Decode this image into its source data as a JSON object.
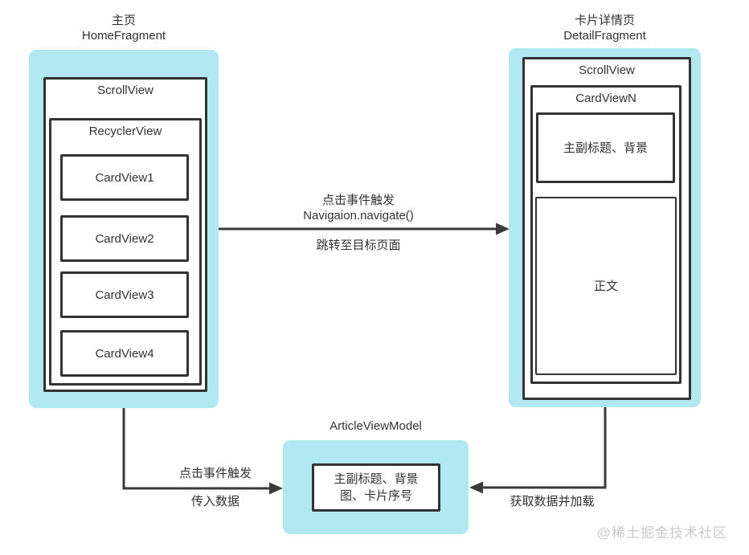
{
  "colors": {
    "panel_fill": "#b1e8f2",
    "box_border": "#333333",
    "arrow": "#3a3a3a",
    "text": "#333333",
    "watermark": "#cbcbcb",
    "background": "#ffffff"
  },
  "home_panel": {
    "title_line1": "主页",
    "title_line2": "HomeFragment",
    "scrollview_label": "ScrollView",
    "recyclerview_label": "RecyclerView",
    "cards": [
      {
        "label": "CardView1"
      },
      {
        "label": "CardView2"
      },
      {
        "label": "CardView3"
      },
      {
        "label": "CardView4"
      }
    ]
  },
  "detail_panel": {
    "title_line1": "卡片详情页",
    "title_line2": "DetailFragment",
    "scrollview_label": "ScrollView",
    "cardview_label": "CardViewN",
    "header_box_label": "主副标题、背景",
    "body_box_label": "正文"
  },
  "viewmodel_panel": {
    "title": "ArticleViewModel",
    "data_box_line1": "主副标题、背景",
    "data_box_line2": "图、卡片序号"
  },
  "arrows": {
    "navigate": {
      "label_line1": "点击事件触发",
      "label_line2": "Navigaion.navigate()",
      "label_below": "跳转至目标页面"
    },
    "pass_data": {
      "label_above": "点击事件触发",
      "label_below": "传入数据"
    },
    "load_data": {
      "label_below": "获取数据并加载"
    }
  },
  "watermark": "@稀土掘金技术社区"
}
